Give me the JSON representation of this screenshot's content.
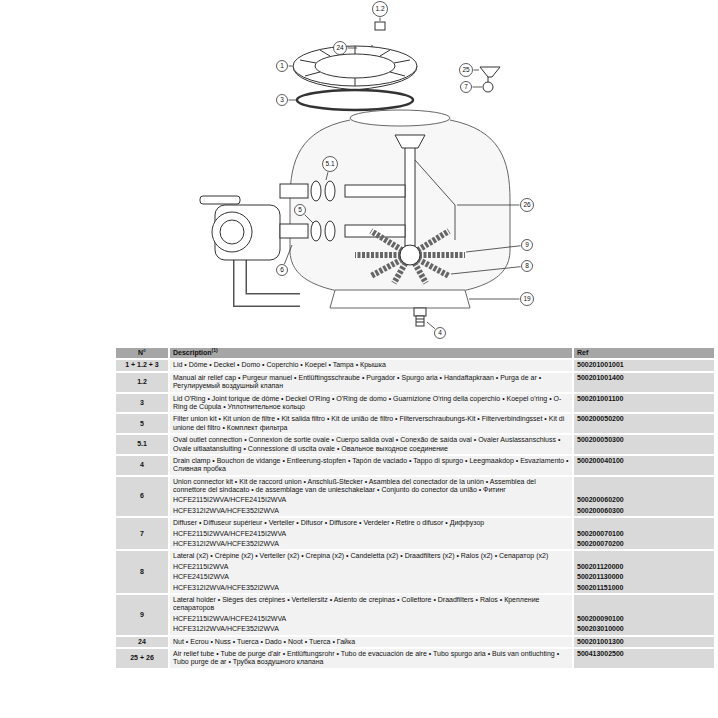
{
  "diagram": {
    "labels": [
      "1.2",
      "24",
      "25",
      "1",
      "7",
      "3",
      "5.1",
      "5",
      "26",
      "9",
      "8",
      "6",
      "19",
      "4",
      "N°",
      "Description",
      "(1)",
      "Ref",
      "1 + 1.2 + 3",
      "Lid • Dôme • Deckel • Domo • Coperchio • Koepel • Tampa • Крышка",
      "500201001001",
      "1.2",
      "Manual air relief cap • Purgeur manuel • Entlüftingsschraube • Purgador • Spurgo aria • Handaftapkraan • Purga de ar • Регулируемый воздушный клапан",
      "500201001400",
      "3",
      "Lid O'Ring • Joint torique de dôme • Deckel O'Ring • O'Ring de domo • Guarnizione O'ring della coperchio • Koepel o'ring • O-Ring de Cúpula • Уплотнительное кольцо",
      "500201001100",
      "5",
      "Filter union kit • Kit union de filtre • Kit salida filtro • Kit de união de filtro • Filterverschraubungs-Kit • Filterverbindingsset • Kit di unione del filtro • Комплект фильтра",
      "500200050200",
      "5.1",
      "Oval outlet connection • Connexion de sortie ovale • Cuerpo salida oval • Conexão de saída oval • Ovaler Auslassanschluss • Ovale uitlaatansluiting • Connessione di uscita ovale • Овальное выходное соединение",
      "500200050300",
      "4",
      "Drain clamp • Bouchon de vidange • Entleerung-stopfen • Tapón de vaciado • Tappo di spurgo • Leegmaakdop • Esvaziamento • Сливная пробка",
      "500200040100",
      "6",
      "Union connector kit • Kit de raccord union • Anschluß-Stecker • Asamblea del conectador de la unión • Assemblea del connettore del sindacato • de assemblage van de unieschakelaar • Conjunto do conector da união • Фитинг",
      "HCFE2115I2WVA/HCFE2415I2WVA",
      "500200060200",
      "HCFE312I2WVA/HCFE352I2WVA",
      "500200060300",
      "7",
      "Diffuser • Diffuseur supérieur • Verteiler • Difusor • Diffusore • Verdeler • Retire o difusor • Диффузор",
      "HCFE2115I2WVA/HCFE2415I2WVA",
      "500200070100",
      "HCFE312I2WVA/HCFE352I2WVA",
      "500200070200",
      "8",
      "Lateral (x2) • Crépine (x2) • Verteiler (x2) • Crepina (x2) • Candeletta (x2) • Draadfilters (x2) • Ralos (x2) • Сепаратор (x2)",
      "HCFE2115I2WVA",
      "500201120000",
      "HCFE2415I2WVA",
      "500201130000",
      "HCFE312I2WVA/HCFE352I2WVA",
      "500201151000",
      "9",
      "Lateral holder • Sièges des crépines • Verteilersitz • Asiento de crepinas • Collettore • Draadfilters • Ralos • Крепление сепараторов",
      "HCFE2115I2WVA/HCFE2415I2WVA",
      "500200090100",
      "HCFE312I2WVA/HCFE352I2WVA",
      "500203010000",
      "24",
      "Nut • Ecrou • Nuss • Tuerca • Dado • Noot • Tuerca • Гайка",
      "500201001300",
      "25 + 26",
      "Air relief tube • Tube de purge d'air • Entlüftungsrohr • Tubo de evacuación de aire • Tubo spurgo aria • Buis van ontluchting • Tubo purge de ar • Трубка воздушного клапана",
      "500413002500"
    ]
  }
}
